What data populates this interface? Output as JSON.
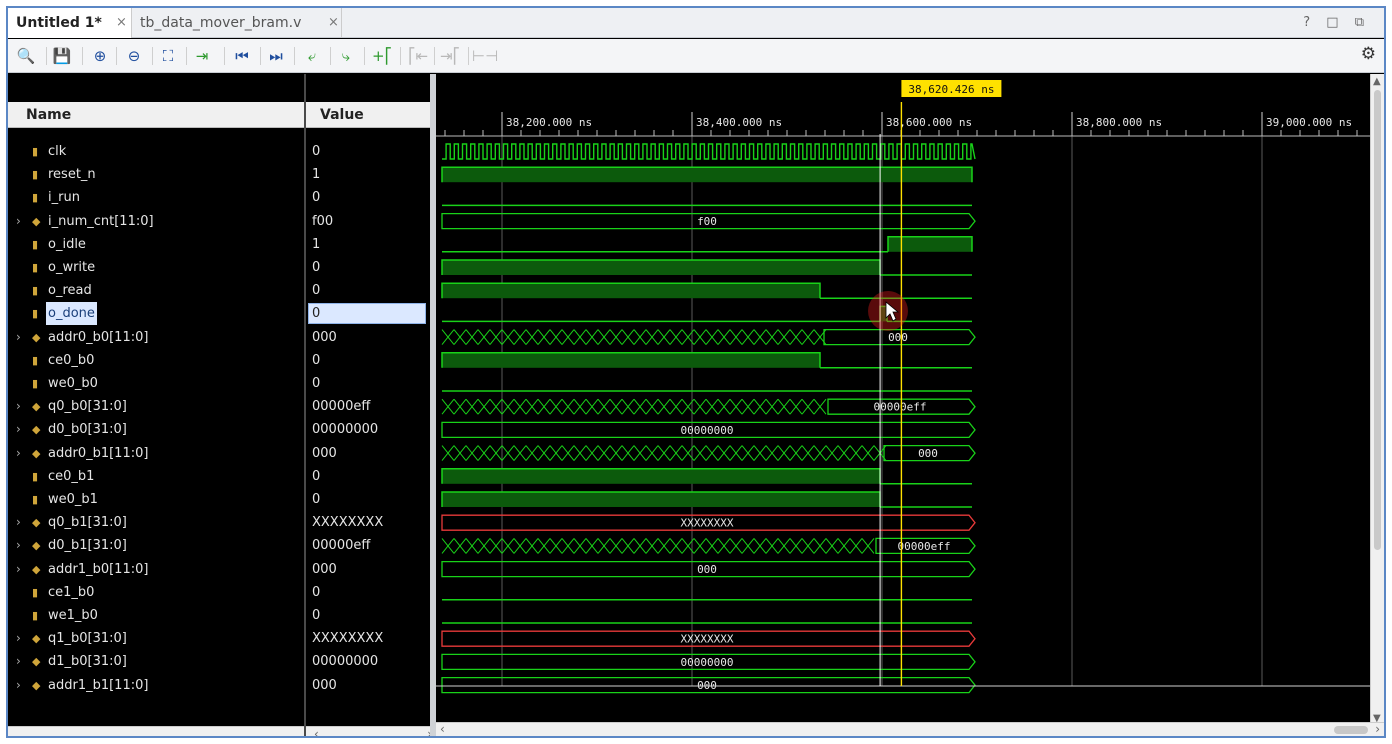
{
  "tabs": [
    {
      "label": "Untitled 1*",
      "active": true
    },
    {
      "label": "tb_data_mover_bram.v",
      "active": false
    }
  ],
  "window_controls": "? □ ⧉",
  "toolbar": [
    {
      "name": "search-icon",
      "glyph": "🔍"
    },
    {
      "name": "save-icon",
      "glyph": "💾"
    },
    {
      "name": "zoom-in-icon",
      "glyph": "⊕"
    },
    {
      "name": "zoom-out-icon",
      "glyph": "⊖"
    },
    {
      "name": "zoom-fit-icon",
      "glyph": "⛶"
    },
    {
      "name": "go-to-cursor-icon",
      "glyph": "⇥"
    },
    {
      "name": "go-to-time-0-icon",
      "glyph": "⏮"
    },
    {
      "name": "go-to-last-time-icon",
      "glyph": "⏭"
    },
    {
      "name": "previous-transition-icon",
      "glyph": "⤶"
    },
    {
      "name": "next-transition-icon",
      "glyph": "⤷"
    },
    {
      "name": "add-marker-icon",
      "glyph": "+⎡"
    },
    {
      "name": "previous-marker-icon",
      "glyph": "⎡⇤"
    },
    {
      "name": "next-marker-icon",
      "glyph": "⇥⎡"
    },
    {
      "name": "swap-cursors-icon",
      "glyph": "⊢⊣"
    }
  ],
  "columns": {
    "name": "Name",
    "value": "Value"
  },
  "cursor_label": "38,620.426 ns",
  "time_ruler": [
    "38,200.000 ns",
    "38,400.000 ns",
    "38,600.000 ns",
    "38,800.000 ns",
    "39,000.000 ns"
  ],
  "signals": [
    {
      "name": "clk",
      "value": "0",
      "bus": false
    },
    {
      "name": "reset_n",
      "value": "1",
      "bus": false
    },
    {
      "name": "i_run",
      "value": "0",
      "bus": false
    },
    {
      "name": "i_num_cnt[11:0]",
      "value": "f00",
      "bus": true
    },
    {
      "name": "o_idle",
      "value": "1",
      "bus": false
    },
    {
      "name": "o_write",
      "value": "0",
      "bus": false
    },
    {
      "name": "o_read",
      "value": "0",
      "bus": false
    },
    {
      "name": "o_done",
      "value": "0",
      "bus": false,
      "selected": true
    },
    {
      "name": "addr0_b0[11:0]",
      "value": "000",
      "bus": true
    },
    {
      "name": "ce0_b0",
      "value": "0",
      "bus": false
    },
    {
      "name": "we0_b0",
      "value": "0",
      "bus": false
    },
    {
      "name": "q0_b0[31:0]",
      "value": "00000eff",
      "bus": true
    },
    {
      "name": "d0_b0[31:0]",
      "value": "00000000",
      "bus": true
    },
    {
      "name": "addr0_b1[11:0]",
      "value": "000",
      "bus": true
    },
    {
      "name": "ce0_b1",
      "value": "0",
      "bus": false
    },
    {
      "name": "we0_b1",
      "value": "0",
      "bus": false
    },
    {
      "name": "q0_b1[31:0]",
      "value": "XXXXXXXX",
      "bus": true
    },
    {
      "name": "d0_b1[31:0]",
      "value": "00000eff",
      "bus": true
    },
    {
      "name": "addr1_b0[11:0]",
      "value": "000",
      "bus": true
    },
    {
      "name": "ce1_b0",
      "value": "0",
      "bus": false
    },
    {
      "name": "we1_b0",
      "value": "0",
      "bus": false
    },
    {
      "name": "q1_b0[31:0]",
      "value": "XXXXXXXX",
      "bus": true
    },
    {
      "name": "d1_b0[31:0]",
      "value": "00000000",
      "bus": true
    },
    {
      "name": "addr1_b1[11:0]",
      "value": "000",
      "bus": true
    }
  ],
  "wave_labels": {
    "i_num_cnt": "f00",
    "addr0_b0": "000",
    "q0_b0": "00000eff",
    "d0_b0": "00000000",
    "addr0_b1": "000",
    "q0_b1": "XXXXXXXX",
    "d0_b1": "00000eff",
    "addr1_b0": "000",
    "q1_b0": "XXXXXXXX",
    "d1_b0": "00000000",
    "addr1_b1": "000"
  },
  "colors": {
    "wave": "#19d219",
    "fill": "#0c5a0c",
    "undefined": "#e83a3a",
    "cursor": "#ffe100",
    "grid": "#5a5a5a"
  }
}
